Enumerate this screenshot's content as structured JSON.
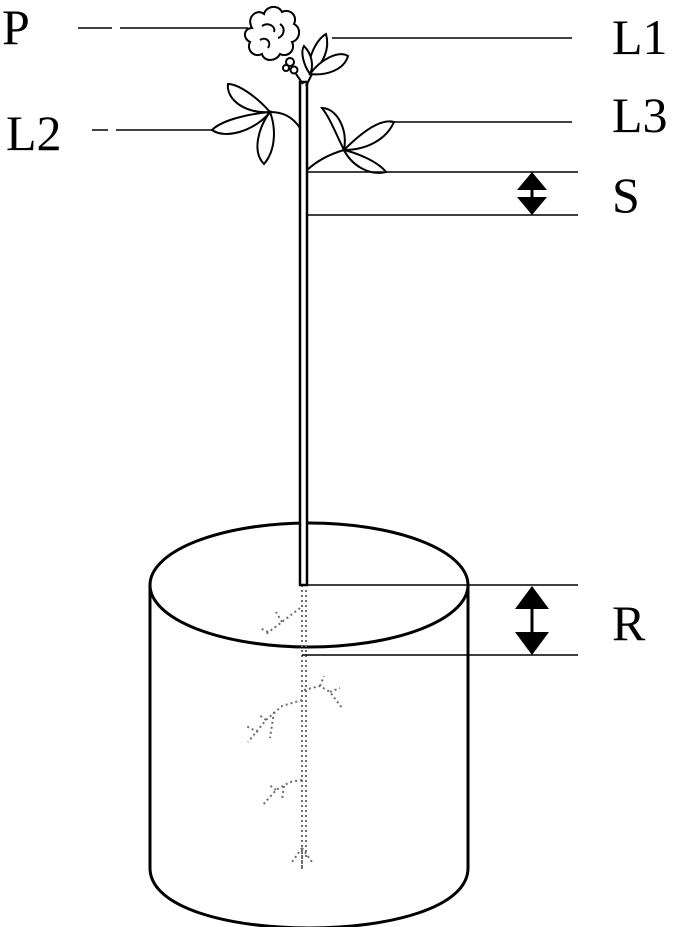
{
  "labels": {
    "panicle": "P",
    "leaf1": "L1",
    "leaf2": "L2",
    "leaf3": "L3",
    "stem_segment": "S",
    "root_segment": "R"
  }
}
